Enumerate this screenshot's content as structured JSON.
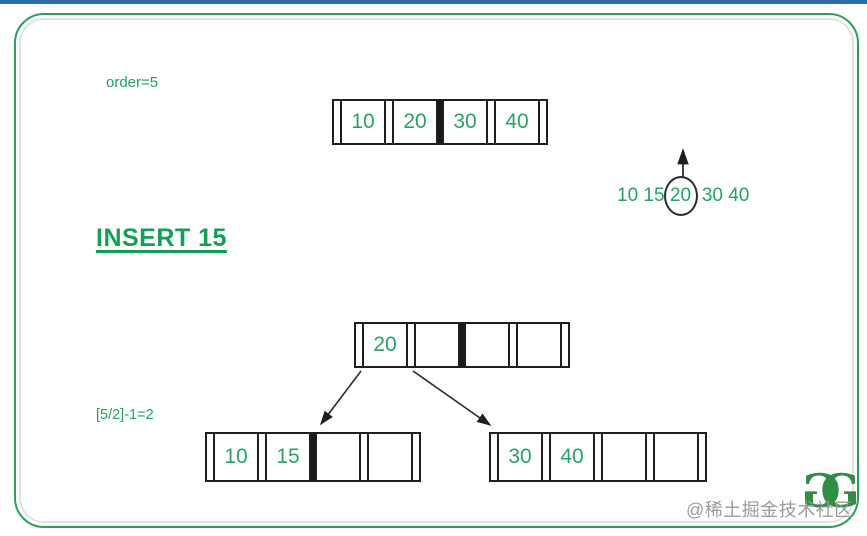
{
  "labels": {
    "order": "order=5",
    "insert_heading": "INSERT 15",
    "split_formula": "[5/2]-1=2"
  },
  "sequence": {
    "before": "10 15",
    "circled": "20",
    "after": " 30 40"
  },
  "nodes": {
    "initial": {
      "cells": [
        "10",
        "20",
        "30",
        "40"
      ]
    },
    "root": {
      "cells": [
        "20",
        "",
        "",
        ""
      ]
    },
    "left_child": {
      "cells": [
        "10",
        "15",
        "",
        ""
      ]
    },
    "right_child": {
      "cells": [
        "30",
        "40",
        "",
        ""
      ]
    }
  },
  "footer": {
    "watermark": "@稀土掘金技术社区",
    "logo_g1": "G",
    "logo_g2": "G"
  },
  "colors": {
    "text_green": "#21a45f",
    "logo_green": "#2f8d46",
    "frame_border_green": "#2aa05c",
    "node_border": "#1f1f1f",
    "watermark_gray": "#9b9b9b",
    "top_bar_blue": "#2e6da4"
  }
}
